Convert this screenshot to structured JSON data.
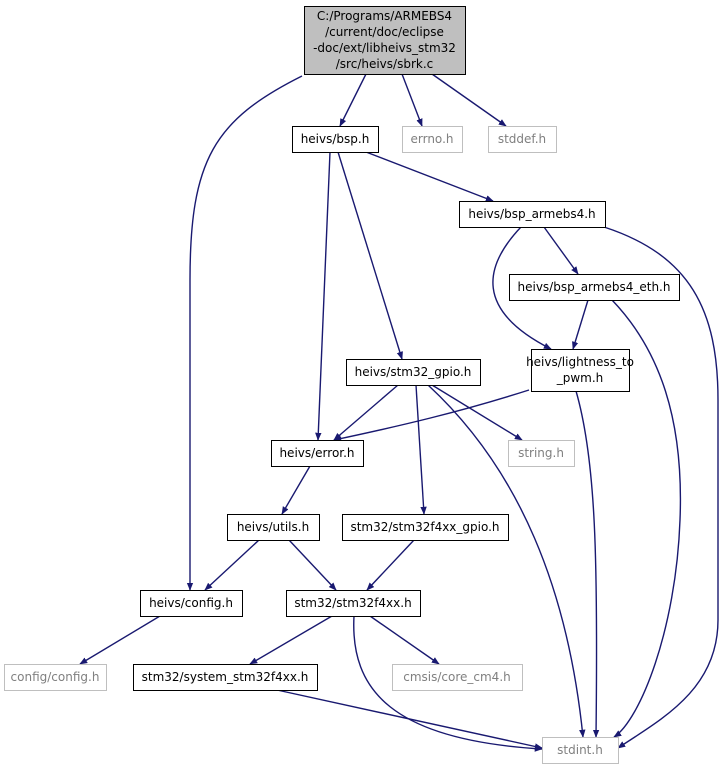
{
  "colors": {
    "edge": "#191970",
    "border_normal": "#000000",
    "border_external": "#bfbfbf",
    "fill_root": "#bfbfbf",
    "fill_node": "#ffffff",
    "text_normal": "#000000",
    "text_external": "#808080"
  },
  "nodes": [
    {
      "id": "root",
      "name": "root-node",
      "kind": "root",
      "label": "C:/Programs/ARMEBS4\n/current/doc/eclipse\n-doc/ext/libheivs_stm32\n/src/heivs/sbrk.c"
    },
    {
      "id": "bsp",
      "name": "node-heivs-bsp-h",
      "kind": "normal",
      "label": "heivs/bsp.h"
    },
    {
      "id": "errno",
      "name": "node-errno-h",
      "kind": "external",
      "label": "errno.h"
    },
    {
      "id": "stddef",
      "name": "node-stddef-h",
      "kind": "external",
      "label": "stddef.h"
    },
    {
      "id": "bsp_armebs4",
      "name": "node-heivs-bsp-armebs4-h",
      "kind": "normal",
      "label": "heivs/bsp_armebs4.h"
    },
    {
      "id": "bsp_armebs4_eth",
      "name": "node-heivs-bsp-armebs4-eth-h",
      "kind": "normal",
      "label": "heivs/bsp_armebs4_eth.h"
    },
    {
      "id": "lightness",
      "name": "node-heivs-lightness-to-pwm-h",
      "kind": "normal",
      "label": "heivs/lightness_to\n_pwm.h"
    },
    {
      "id": "stm32_gpio",
      "name": "node-heivs-stm32-gpio-h",
      "kind": "normal",
      "label": "heivs/stm32_gpio.h"
    },
    {
      "id": "error",
      "name": "node-heivs-error-h",
      "kind": "normal",
      "label": "heivs/error.h"
    },
    {
      "id": "string",
      "name": "node-string-h",
      "kind": "external",
      "label": "string.h"
    },
    {
      "id": "utils",
      "name": "node-heivs-utils-h",
      "kind": "normal",
      "label": "heivs/utils.h"
    },
    {
      "id": "f4xx_gpio",
      "name": "node-stm32-stm32f4xx-gpio-h",
      "kind": "normal",
      "label": "stm32/stm32f4xx_gpio.h"
    },
    {
      "id": "config",
      "name": "node-heivs-config-h",
      "kind": "normal",
      "label": "heivs/config.h"
    },
    {
      "id": "f4xx",
      "name": "node-stm32-stm32f4xx-h",
      "kind": "normal",
      "label": "stm32/stm32f4xx.h"
    },
    {
      "id": "cfgcfg",
      "name": "node-config-config-h",
      "kind": "external",
      "label": "config/config.h"
    },
    {
      "id": "system",
      "name": "node-stm32-system-stm32f4xx-h",
      "kind": "normal",
      "label": "stm32/system_stm32f4xx.h"
    },
    {
      "id": "core_cm4",
      "name": "node-cmsis-core-cm4-h",
      "kind": "external",
      "label": "cmsis/core_cm4.h"
    },
    {
      "id": "stdint",
      "name": "node-stdint-h",
      "kind": "external",
      "label": "stdint.h"
    }
  ],
  "edges": [
    {
      "from": "root",
      "to": "bsp"
    },
    {
      "from": "root",
      "to": "errno"
    },
    {
      "from": "root",
      "to": "stddef"
    },
    {
      "from": "root",
      "to": "config"
    },
    {
      "from": "bsp",
      "to": "bsp_armebs4"
    },
    {
      "from": "bsp",
      "to": "stm32_gpio"
    },
    {
      "from": "bsp",
      "to": "error"
    },
    {
      "from": "bsp_armebs4",
      "to": "bsp_armebs4_eth"
    },
    {
      "from": "bsp_armebs4",
      "to": "lightness"
    },
    {
      "from": "bsp_armebs4",
      "to": "stdint"
    },
    {
      "from": "bsp_armebs4_eth",
      "to": "lightness"
    },
    {
      "from": "bsp_armebs4_eth",
      "to": "stdint"
    },
    {
      "from": "lightness",
      "to": "error"
    },
    {
      "from": "lightness",
      "to": "stdint"
    },
    {
      "from": "stm32_gpio",
      "to": "error"
    },
    {
      "from": "stm32_gpio",
      "to": "string"
    },
    {
      "from": "stm32_gpio",
      "to": "f4xx_gpio"
    },
    {
      "from": "stm32_gpio",
      "to": "stdint"
    },
    {
      "from": "error",
      "to": "utils"
    },
    {
      "from": "utils",
      "to": "config"
    },
    {
      "from": "utils",
      "to": "f4xx"
    },
    {
      "from": "f4xx_gpio",
      "to": "f4xx"
    },
    {
      "from": "config",
      "to": "cfgcfg"
    },
    {
      "from": "f4xx",
      "to": "system"
    },
    {
      "from": "f4xx",
      "to": "core_cm4"
    },
    {
      "from": "f4xx",
      "to": "stdint"
    },
    {
      "from": "system",
      "to": "stdint"
    }
  ]
}
